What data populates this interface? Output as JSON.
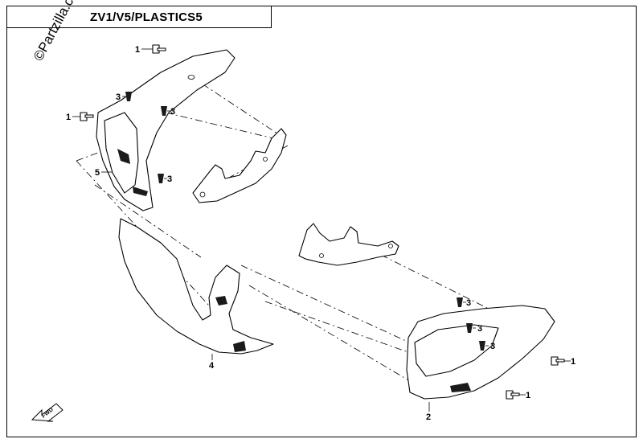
{
  "header": {
    "title": "ZV1/V5/PLASTICS5",
    "watermark": "©Partzilla.com"
  },
  "callouts": [
    "1",
    "1",
    "3",
    "3",
    "3",
    "5",
    "4",
    "3",
    "3",
    "3",
    "1",
    "1",
    "2"
  ],
  "fwd_label": "FWD"
}
